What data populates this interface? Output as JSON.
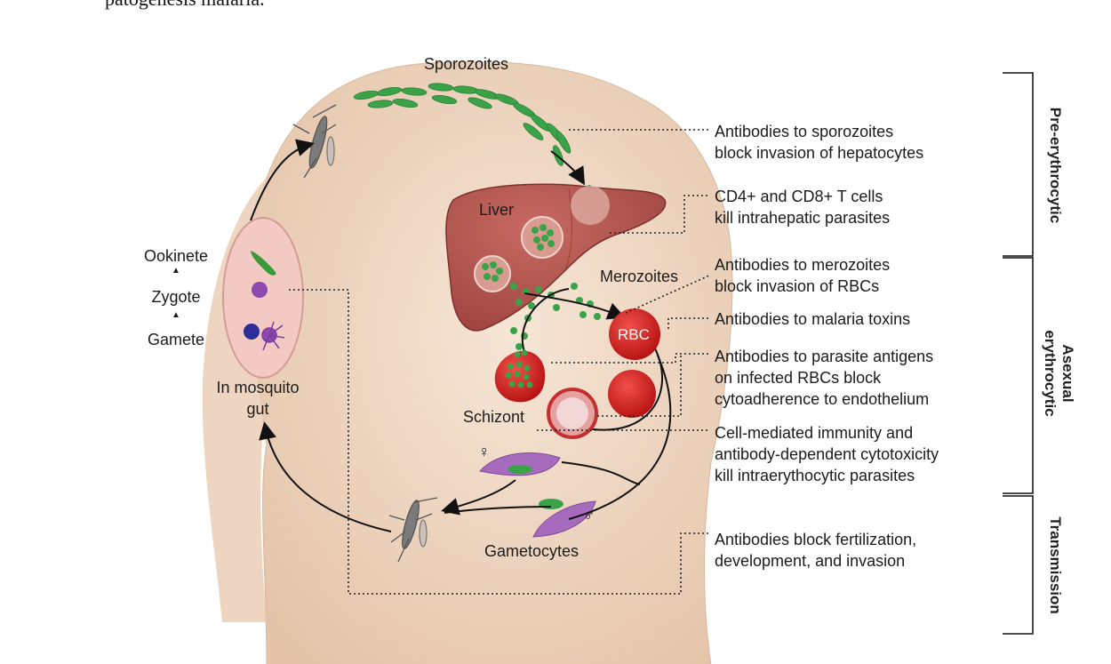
{
  "heading_fragment": "patogenesis malaria.",
  "labels": {
    "sporozoites": "Sporozoites",
    "liver": "Liver",
    "merozoites": "Merozoites",
    "rbc": "RBC",
    "schizont": "Schizont",
    "gametocytes": "Gametocytes",
    "ookinete": "Ookinete",
    "zygote": "Zygote",
    "gamete": "Gamete",
    "in_mosquito_gut": [
      "In mosquito",
      "gut"
    ],
    "female_symbol": "♀",
    "male_symbol": "♂",
    "stage_arrow": "▲"
  },
  "annotations": [
    [
      "Antibodies to sporozoites",
      "block invasion of hepatocytes"
    ],
    [
      "CD4+ and CD8+ T cells",
      "kill intrahepatic parasites"
    ],
    [
      "Antibodies to merozoites",
      "block invasion of RBCs"
    ],
    [
      "Antibodies to malaria toxins"
    ],
    [
      "Antibodies to parasite antigens",
      "on infected RBCs block",
      "cytoadherence to endothelium"
    ],
    [
      "Cell-mediated immunity and",
      "antibody-dependent cytotoxicity",
      "kill intraerythocytic parasites"
    ],
    [
      "Antibodies block fertilization,",
      "development, and invasion"
    ]
  ],
  "phases": {
    "pre_erythrocytic": "Pre-erythrocytic",
    "asexual_line1": "Asexual",
    "asexual_line2": "erythrocytic",
    "transmission": "Transmission"
  },
  "colors": {
    "skin": "#efd7c2",
    "liver": "#b5544f",
    "parasite_green": "#3a9a3a",
    "rbc_red": "#d42020",
    "gametocyte_purple": "#a66bbd"
  }
}
